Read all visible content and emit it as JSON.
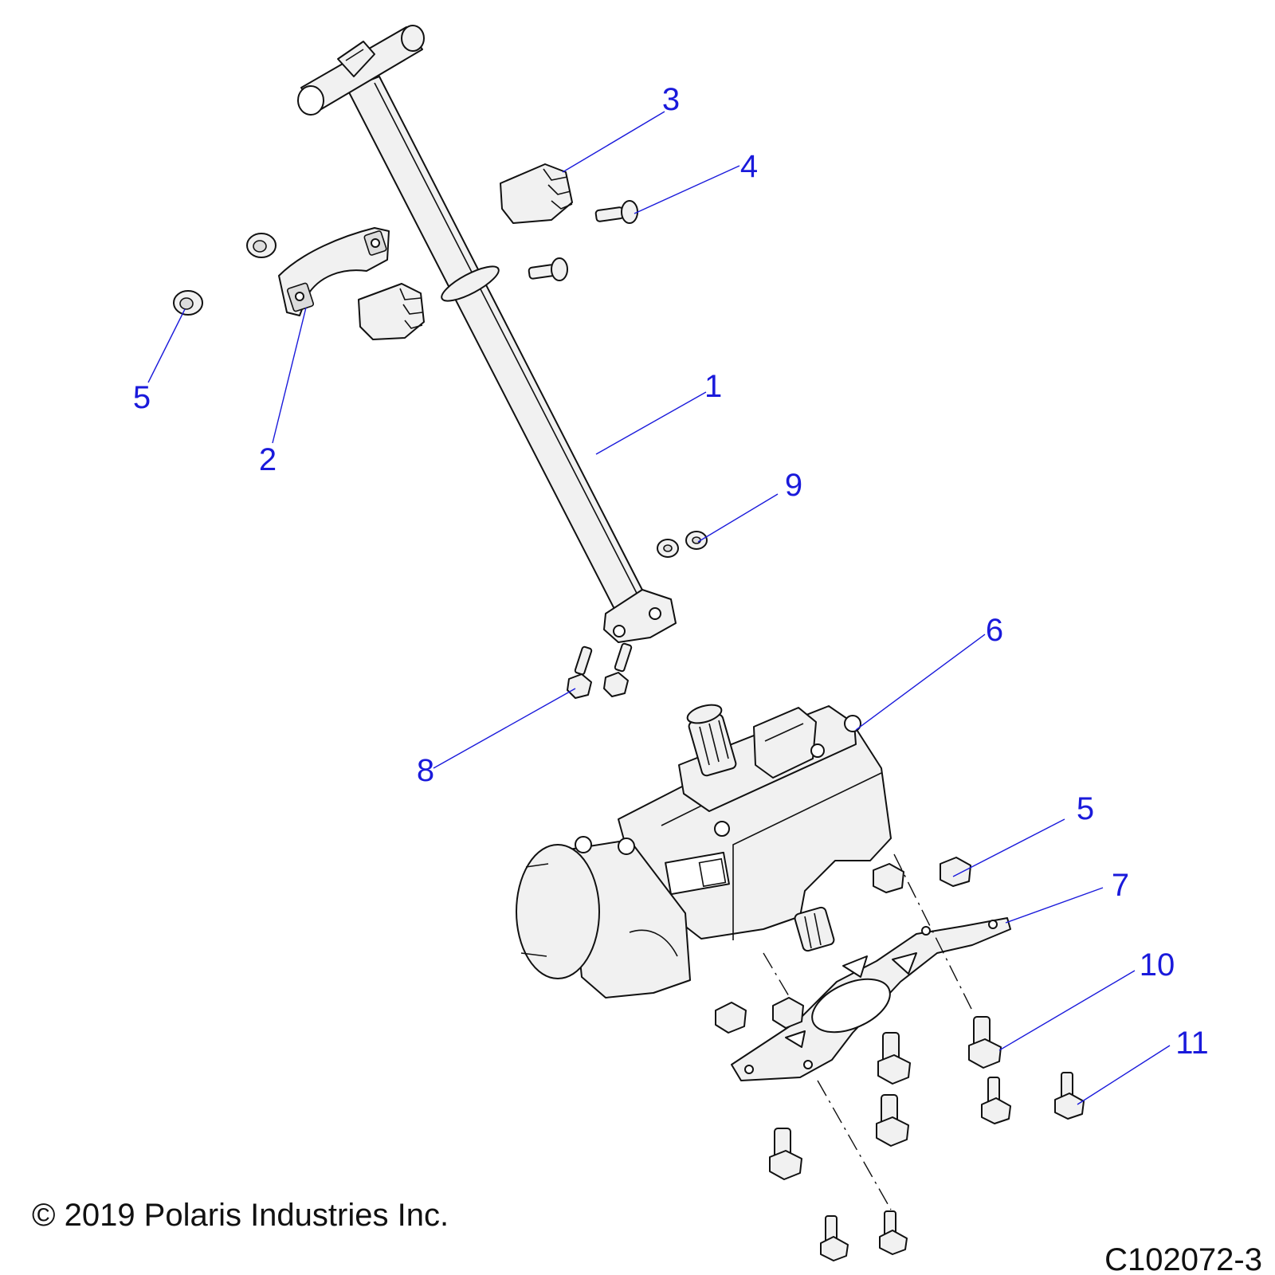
{
  "diagram": {
    "callouts": [
      "1",
      "2",
      "3",
      "4",
      "5",
      "5",
      "6",
      "7",
      "8",
      "9",
      "10",
      "11"
    ]
  },
  "footer": {
    "copyright": "© 2019 Polaris Industries Inc.",
    "figure_id": "C102072-3"
  },
  "colors": {
    "callout": "#1a1adb",
    "line_art": "#111111",
    "part_fill": "#f1f1f1"
  }
}
